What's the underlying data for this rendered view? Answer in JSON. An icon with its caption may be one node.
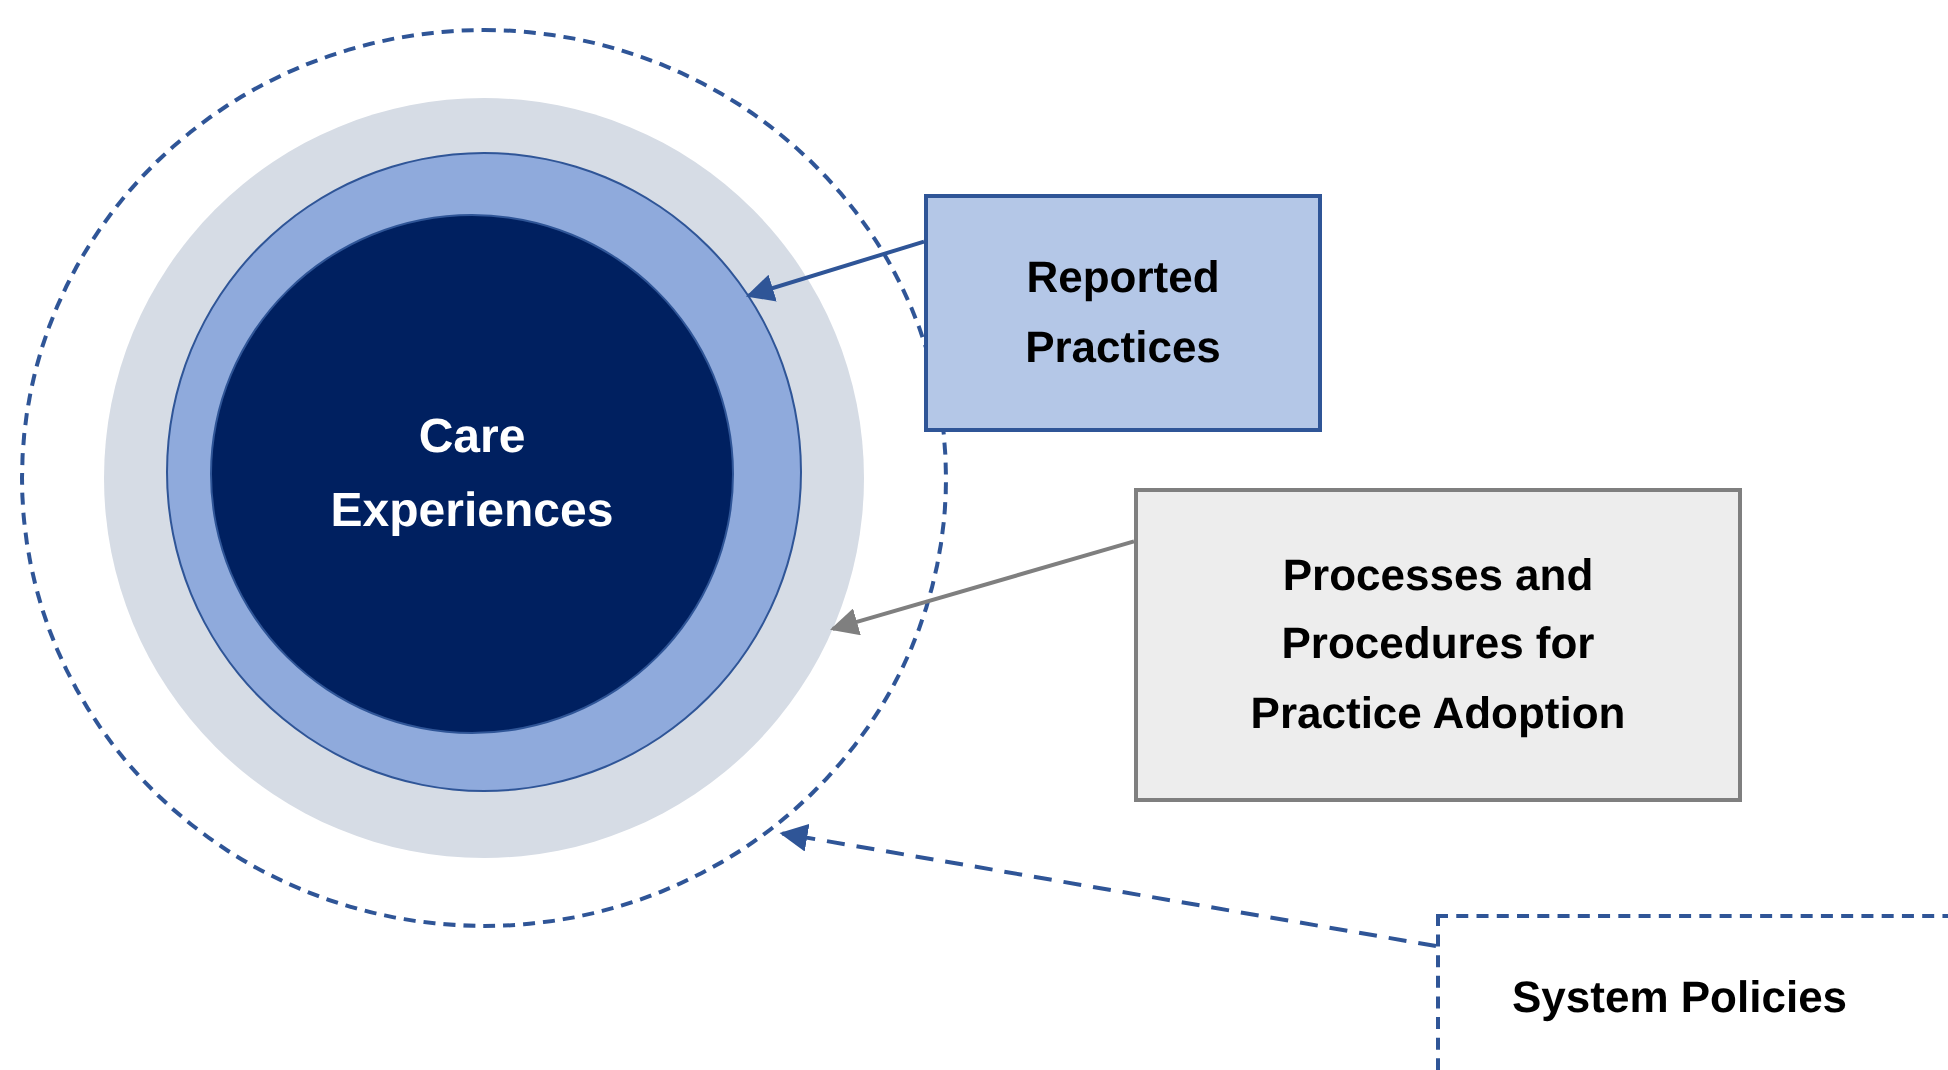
{
  "diagram": {
    "nodes": [
      {
        "text": [],
        "shape": "circle"
      },
      {
        "text": [],
        "shape": "circle",
        "in": 0
      },
      {
        "text": [],
        "shape": "circle",
        "in": 1
      },
      {
        "text": [
          "Care Experiences"
        ],
        "in": 2
      },
      {
        "text": [
          "Reported Practices"
        ]
      },
      {
        "text": [
          "Processes and Procedures for Practice Adoption"
        ]
      },
      {
        "text": [
          "System Policies"
        ]
      }
    ],
    "edges": [
      {
        "from": 4,
        "to": 2,
        "arrow": "to"
      },
      {
        "from": 5,
        "to": 1,
        "arrow": "to",
        "color": "#7f7f7f"
      },
      {
        "from": 6,
        "to": 0,
        "arrow": "to",
        "style": "dashed"
      }
    ]
  }
}
